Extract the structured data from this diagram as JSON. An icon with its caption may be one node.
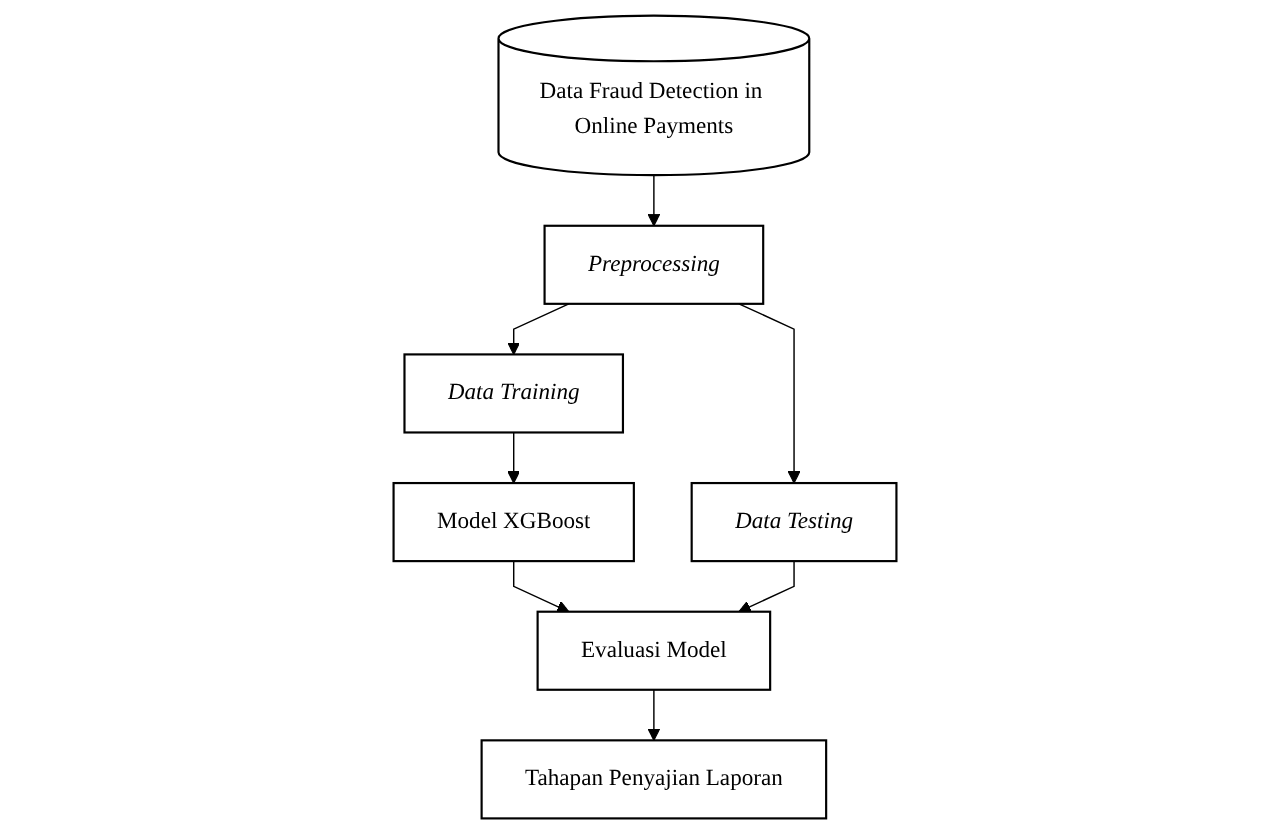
{
  "diagram": {
    "nodes": [
      {
        "text": [
          "Data Fraud Detection in Online Payments"
        ]
      },
      {
        "text": [
          "Preprocessing"
        ]
      },
      {
        "text": [
          "Data Training"
        ]
      },
      {
        "text": [
          "Data Testing"
        ]
      },
      {
        "text": [
          "Model XGBoost"
        ]
      },
      {
        "text": [
          "Evaluasi Model"
        ]
      },
      {
        "text": [
          "Tahapan Penyajian Laporan"
        ]
      }
    ],
    "edges": [
      {
        "from": 0,
        "to": 1,
        "arrow": "to"
      },
      {
        "from": 1,
        "to": 2,
        "arrow": "to"
      },
      {
        "from": 1,
        "to": 3,
        "arrow": "to"
      },
      {
        "from": 2,
        "to": 4,
        "arrow": "to"
      },
      {
        "from": 4,
        "to": 5,
        "arrow": "to"
      },
      {
        "from": 3,
        "to": 5,
        "arrow": "to"
      },
      {
        "from": 5,
        "to": 6,
        "arrow": "to"
      }
    ]
  }
}
